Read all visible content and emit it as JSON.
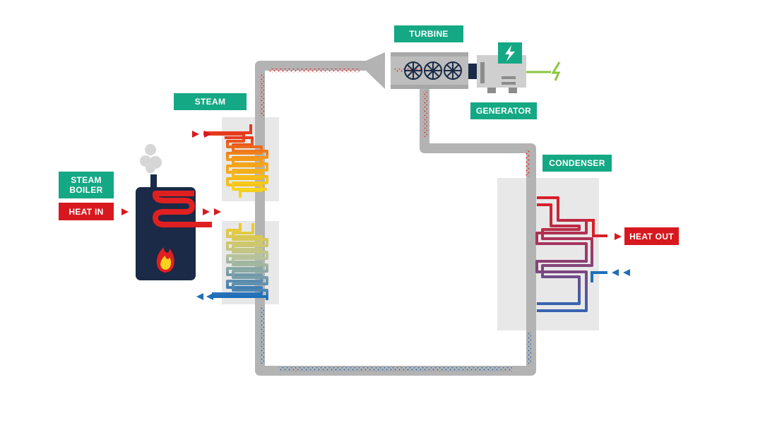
{
  "labels": {
    "steam_boiler": "STEAM\nBOILER",
    "heat_in": "HEAT IN",
    "steam": "STEAM",
    "turbine": "TURBINE",
    "generator": "GENERATOR",
    "condenser": "CONDENSER",
    "heat_out": "HEAT OUT"
  },
  "colors": {
    "label_green": "#15a884",
    "label_red": "#d7191f",
    "pipe_gray": "#b3b3b3",
    "boiler_navy": "#1a2a47",
    "hot_red": "#e02020",
    "cold_blue": "#1f6fb8",
    "electric_green": "#8cc63f"
  },
  "icons": [
    "smoke-icon",
    "flame-icon",
    "lightning-bolt-icon",
    "turbine-fan-icon",
    "arrow-right-icon",
    "arrow-left-icon"
  ]
}
